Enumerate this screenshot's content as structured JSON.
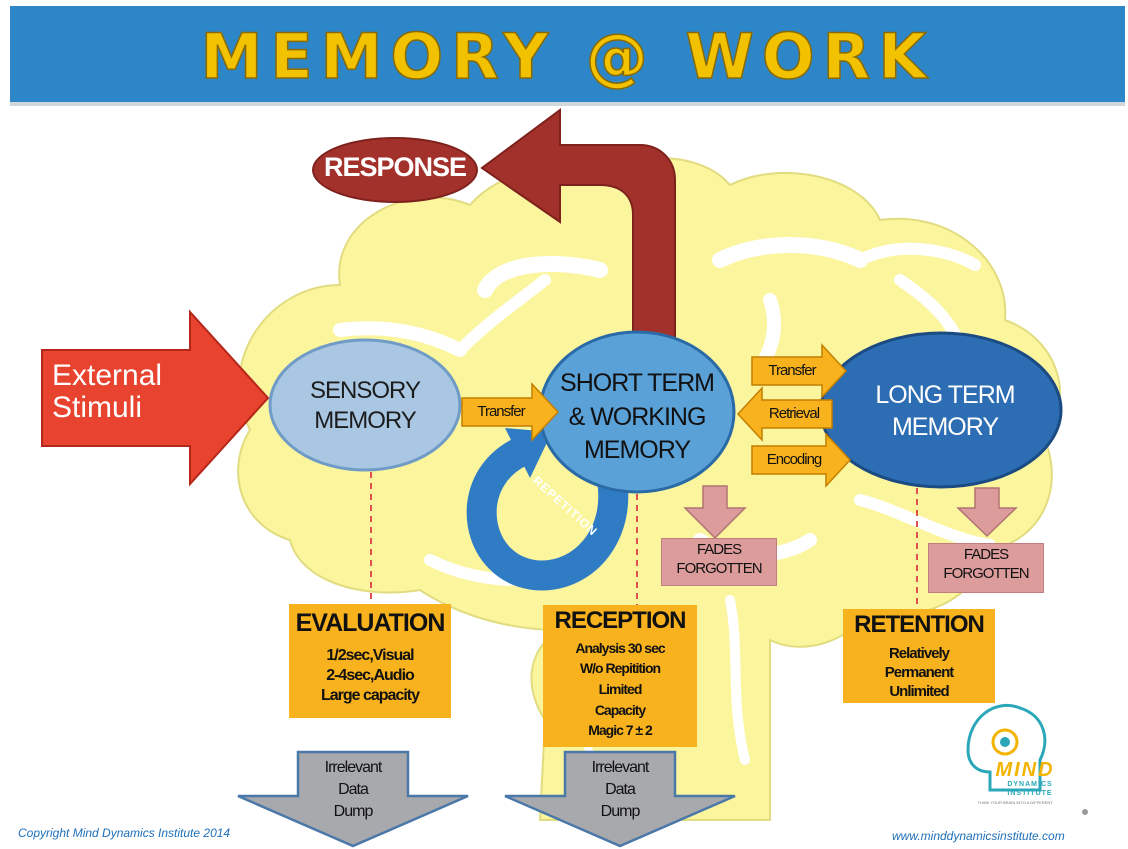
{
  "title": "MEMORY @ WORK",
  "response": "RESPONSE",
  "external_stimuli": [
    "External",
    "Stimuli"
  ],
  "sensory_memory": [
    "SENSORY",
    "MEMORY"
  ],
  "short_term_memory": [
    "SHORT TERM",
    "& WORKING",
    "MEMORY"
  ],
  "long_term_memory": [
    "LONG TERM",
    "MEMORY"
  ],
  "arrows": {
    "transfer_1": "Transfer",
    "transfer_2": "Transfer",
    "retrieval": "Retrieval",
    "encoding": "Encoding",
    "repetition": "REPETITION"
  },
  "fades": {
    "short": [
      "FADES",
      "FORGOTTEN"
    ],
    "long": [
      "FADES",
      "FORGOTTEN"
    ]
  },
  "evaluation": {
    "heading": "EVALUATION",
    "lines": [
      "1/2sec,Visual",
      "2-4sec,Audio",
      "Large capacity"
    ]
  },
  "reception": {
    "heading": "RECEPTION",
    "lines": [
      "Analysis 30 sec",
      "W/o Repitition",
      "Limited",
      "Capacity",
      "Magic 7 ± 2"
    ]
  },
  "retention": {
    "heading": "RETENTION",
    "lines": [
      "Relatively",
      "Permanent",
      "Unlimited"
    ]
  },
  "dump_1": [
    "Irrelevant",
    "Data",
    "Dump"
  ],
  "dump_2": [
    "Irrelevant",
    "Data",
    "Dump"
  ],
  "logo": {
    "name": "MIND",
    "sub": "DYNAMICS",
    "sub2": "INSTITUTE",
    "tagline": "THINK YOUR BRAIN INTO A DIFFERENT"
  },
  "copyright": "Copyright Mind Dynamics Institute 2014",
  "website": "www.minddynamicsinstitute.com",
  "colors": {
    "banner": "#2d86c7",
    "title": "#f2c200",
    "brain": "#fbf59e",
    "response": "#a3312b",
    "stimuli": "#e8432f",
    "sensory": "#a9c7e3",
    "short_term": "#5aa1d8",
    "long_term": "#2c6db3",
    "orange_box": "#f8b21e",
    "fades": "#dc9c9b",
    "dump_arrow": "#a7a9ac"
  }
}
